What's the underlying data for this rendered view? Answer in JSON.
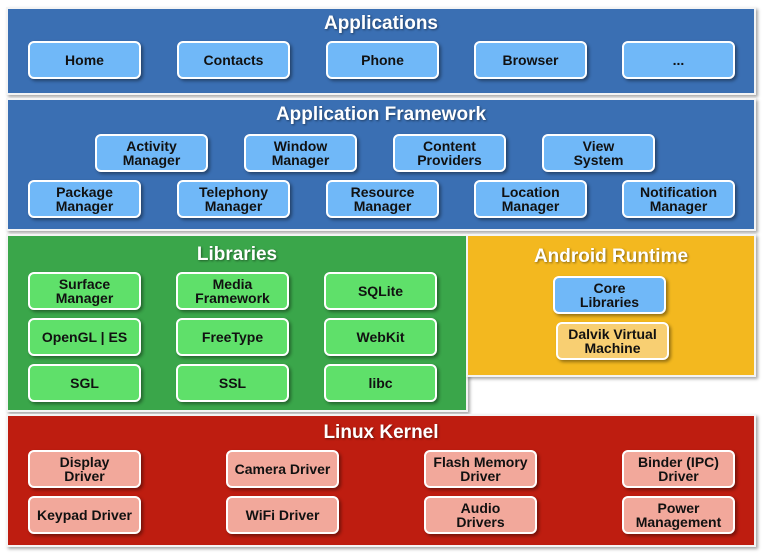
{
  "layers": {
    "applications": {
      "title": "Applications",
      "color": "#3a6fb3",
      "items": [
        "Home",
        "Contacts",
        "Phone",
        "Browser",
        "..."
      ]
    },
    "framework": {
      "title": "Application Framework",
      "color": "#3a6fb3",
      "row1": [
        "Activity\nManager",
        "Window\nManager",
        "Content\nProviders",
        "View\nSystem"
      ],
      "row2": [
        "Package\nManager",
        "Telephony\nManager",
        "Resource\nManager",
        "Location\nManager",
        "Notification\nManager"
      ]
    },
    "libraries": {
      "title": "Libraries",
      "color": "#3aa64a",
      "items": [
        "Surface\nManager",
        "Media\nFramework",
        "SQLite",
        "OpenGL | ES",
        "FreeType",
        "WebKit",
        "SGL",
        "SSL",
        "libc"
      ]
    },
    "runtime": {
      "title": "Android Runtime",
      "color": "#f3b81f",
      "items": [
        "Core\nLibraries",
        "Dalvik Virtual\nMachine"
      ]
    },
    "kernel": {
      "title": "Linux Kernel",
      "color": "#be1d10",
      "items": [
        "Display\nDriver",
        "Camera Driver",
        "Flash Memory\nDriver",
        "Binder (IPC)\nDriver",
        "Keypad Driver",
        "WiFi Driver",
        "Audio\nDrivers",
        "Power\nManagement"
      ]
    }
  }
}
